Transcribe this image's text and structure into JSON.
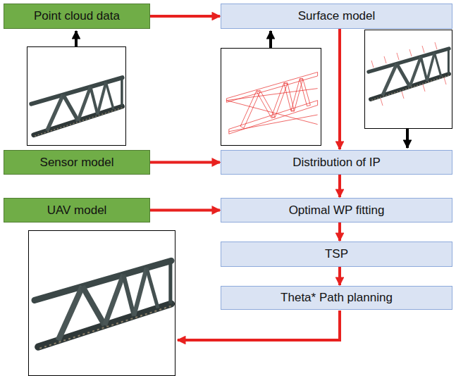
{
  "diagram": {
    "nodes": [
      {
        "text": [
          "Point cloud data"
        ]
      },
      {
        "text": [
          "Surface model"
        ]
      },
      {
        "text": [
          "Sensor model"
        ]
      },
      {
        "text": [
          "Distribution of IP"
        ]
      },
      {
        "text": [
          "UAV model"
        ]
      },
      {
        "text": [
          "Optimal WP fitting"
        ]
      },
      {
        "text": [
          "TSP"
        ]
      },
      {
        "text": [
          "Theta* Path planning"
        ]
      }
    ],
    "edges": [
      {
        "from": 0,
        "to": 1,
        "arrow": "to"
      },
      {
        "from": 1,
        "to": 3,
        "arrow": "to"
      },
      {
        "from": 2,
        "to": 3,
        "arrow": "to"
      },
      {
        "from": 4,
        "to": 5,
        "arrow": "to"
      },
      {
        "from": 3,
        "to": 5,
        "arrow": "to"
      },
      {
        "from": 5,
        "to": 6,
        "arrow": "to"
      },
      {
        "from": 6,
        "to": 7,
        "arrow": "to"
      }
    ]
  }
}
